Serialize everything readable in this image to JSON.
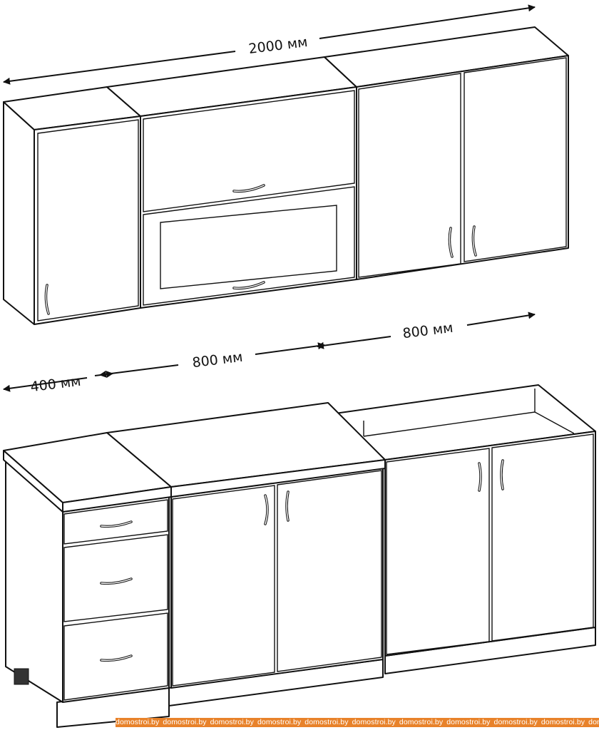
{
  "dimensions": {
    "total_width": "2000 мм",
    "lower_left": "400 мм",
    "lower_middle": "800 мм",
    "lower_right": "800 мм"
  },
  "watermark": {
    "text": "domostroi.by",
    "repeat": 11,
    "color": "#e8822a"
  }
}
